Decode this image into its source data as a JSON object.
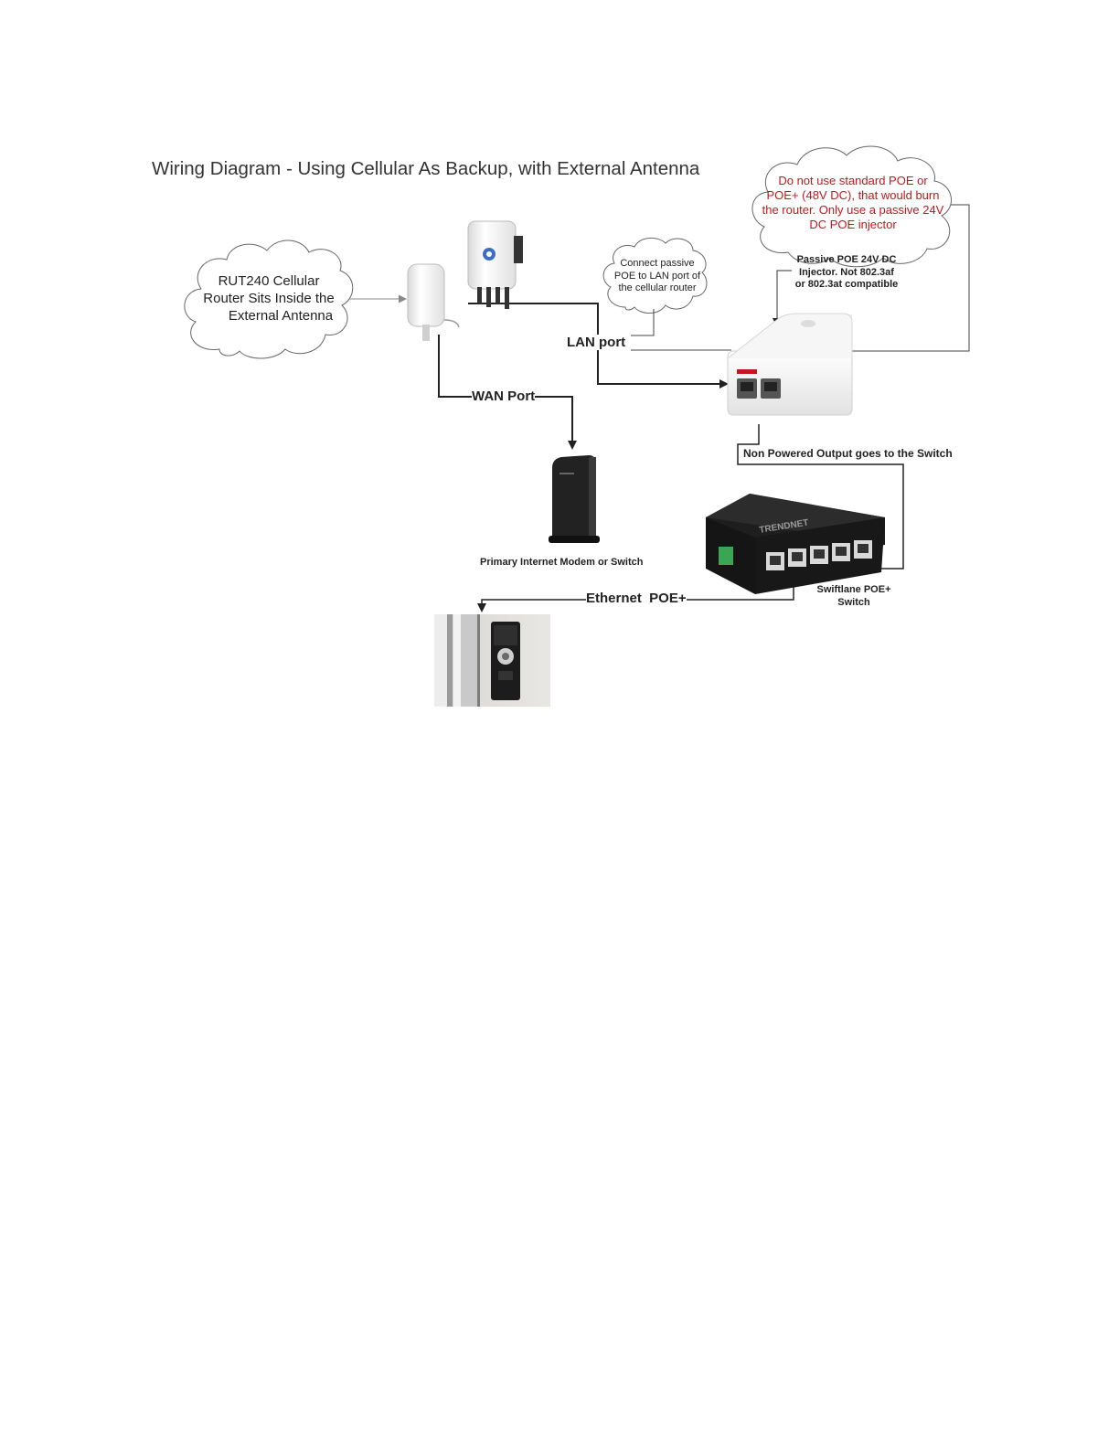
{
  "title": "Wiring Diagram - Using Cellular As Backup, with External Antenna",
  "notes": {
    "router_cloud": [
      "RUT240 Cellular",
      "Router Sits Inside the",
      "External Antenna"
    ],
    "connect_cloud": [
      "Connect passive",
      "POE to LAN port of",
      "the cellular router"
    ],
    "warning_cloud": [
      "Do not use standard POE or",
      "POE+ (48V DC), that would burn",
      "the router. Only use a passive 24V",
      "DC POE injector"
    ]
  },
  "labels": {
    "injector": [
      "Passive POE 24V DC",
      "Injector. Not 802.3af",
      "or 802.3at compatible"
    ],
    "lan_port": "LAN port",
    "wan_port": "WAN Port",
    "non_powered": "Non Powered Output goes to the Switch",
    "modem": "Primary Internet Modem or Switch",
    "switch": [
      "Swiftlane POE+",
      "Switch"
    ],
    "ethernet": "Ethernet  POE+"
  },
  "device_marks": {
    "switch_brand": "TRENDNET"
  },
  "colors": {
    "warning_text": "#c4161c",
    "wire": "#222222",
    "thin_wire": "#555555"
  }
}
